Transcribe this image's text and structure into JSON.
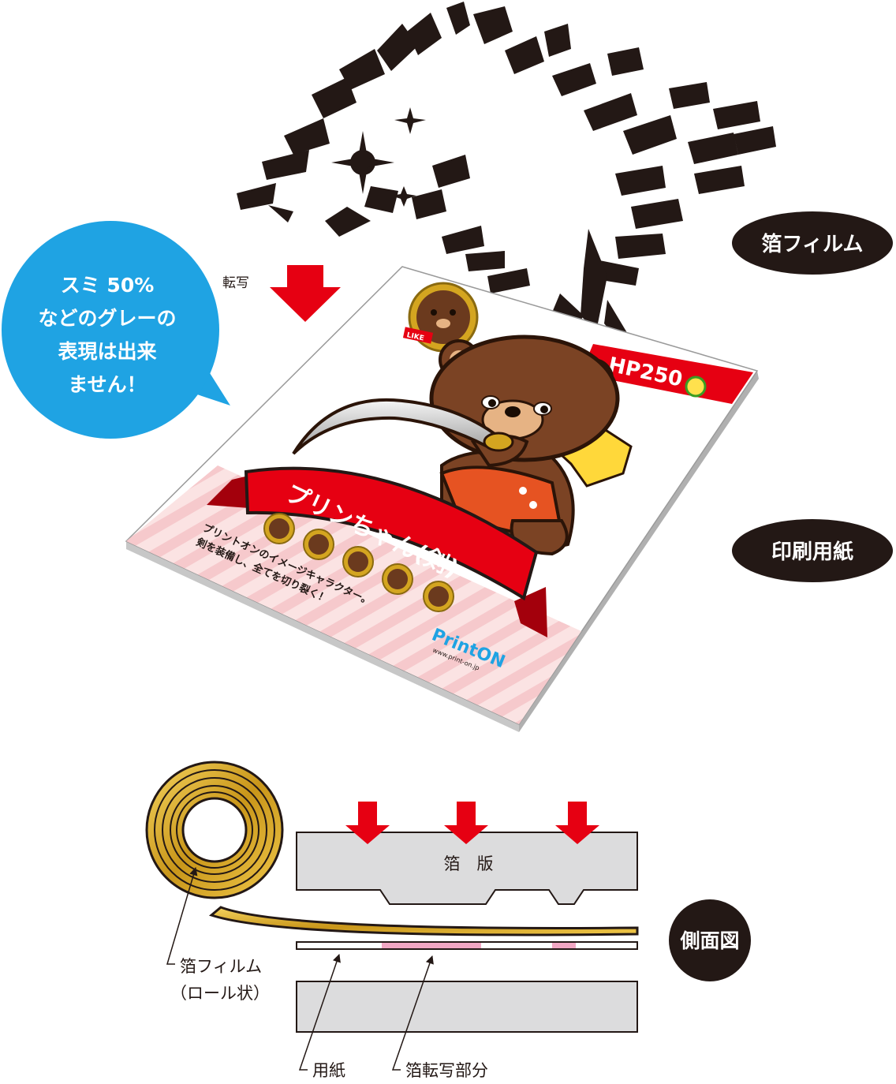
{
  "labels": {
    "foil_film": "箔フィルム",
    "printing_paper": "印刷用紙",
    "side_view": "側面図",
    "transfer": "転写",
    "bubble_lines": [
      "スミ 50%",
      "などのグレーの",
      "表現は出来",
      "ません！"
    ]
  },
  "poster": {
    "hp_text": "HP250",
    "ribbon_title": "プリンちゃん(剣)",
    "desc_lines": [
      "プリントオンのイメージキャラクター。",
      "剣を装備し、全てを切り裂く！"
    ],
    "logo_text": "PrintON",
    "url_text": "www.print-on.jp",
    "badge_text": "LIKE"
  },
  "side": {
    "plate_label": "箔　版",
    "roll_label_line1": "箔フィルム",
    "roll_label_line2": "（ロール状）",
    "paper_label": "用紙",
    "transfer_part_label": "箔転写部分"
  },
  "colors": {
    "red": "#e60012",
    "blue": "#1fa3e3",
    "black": "#231815",
    "gold": "#d4a520",
    "plate_gray": "#dcdcdd",
    "pink": "#f2a7c3"
  }
}
